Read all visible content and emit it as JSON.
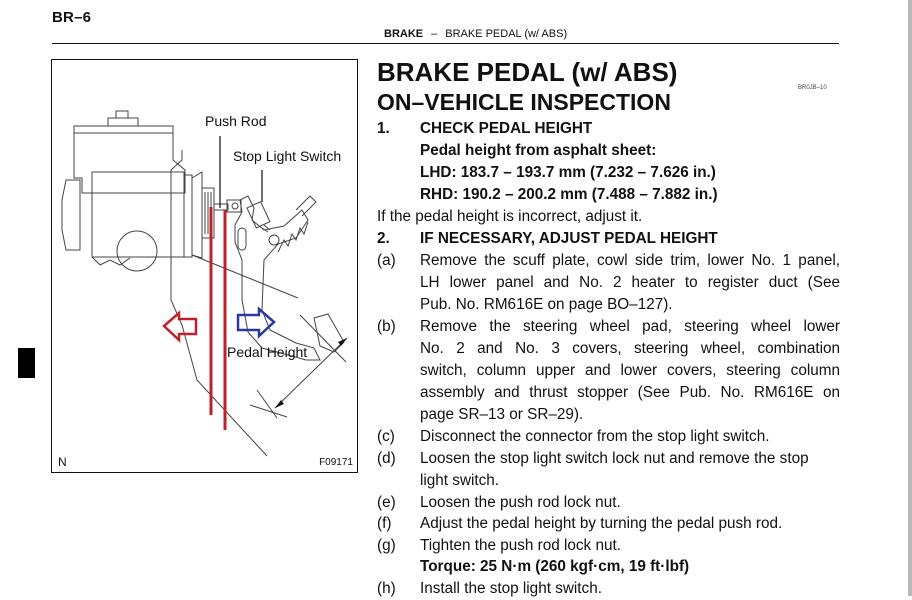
{
  "header": {
    "page_number": "BR–6",
    "section": "BRAKE",
    "separator": "–",
    "subsection": "BRAKE PEDAL (w/ ABS)"
  },
  "doc_code": "BR0JB–10",
  "title": "BRAKE PEDAL (w/ ABS)",
  "subtitle": "ON–VEHICLE INSPECTION",
  "figure": {
    "labels": {
      "push_rod": "Push Rod",
      "stop_light_switch": "Stop Light Switch",
      "pedal_height": "Pedal Height"
    },
    "corner_left": "N",
    "figure_code": "F09171",
    "colors": {
      "red_marker": "#c0202a",
      "blue_arrow": "#2a3aa0"
    }
  },
  "steps": [
    {
      "num": "1.",
      "heading": "CHECK PEDAL HEIGHT",
      "spec_heading": "Pedal height from asphalt sheet:",
      "specs": [
        "LHD: 183.7 – 193.7 mm (7.232 – 7.626 in.)",
        "RHD: 190.2 – 200.2 mm (7.488 – 7.882 in.)"
      ],
      "note": "If the pedal height is incorrect, adjust it."
    },
    {
      "num": "2.",
      "heading": "IF NECESSARY, ADJUST PEDAL HEIGHT",
      "substeps": [
        {
          "label": "(a)",
          "lines": [
            "Remove the scuff plate, cowl side trim, lower No. 1 panel,",
            "LH lower panel and No. 2 heater to register duct (See",
            "Pub. No. RM616E on page BO–127)."
          ]
        },
        {
          "label": "(b)",
          "lines": [
            "Remove the steering wheel pad, steering wheel lower",
            "No. 2 and No. 3 covers, steering wheel, combination",
            "switch, column upper and lower covers, steering column",
            "assembly and thrust stopper (See Pub. No. RM616E on",
            "page SR–13 or SR–29)."
          ]
        },
        {
          "label": "(c)",
          "lines": [
            "Disconnect the connector from the stop light switch."
          ]
        },
        {
          "label": "(d)",
          "lines": [
            "Loosen the stop light switch lock nut and remove the stop",
            "light switch."
          ]
        },
        {
          "label": "(e)",
          "lines": [
            "Loosen the push rod lock nut."
          ]
        },
        {
          "label": "(f)",
          "lines": [
            "Adjust the pedal height by turning the pedal push rod."
          ]
        },
        {
          "label": "(g)",
          "lines": [
            "Tighten the push rod lock nut."
          ],
          "torque": "Torque: 25 N·m (260 kgf·cm, 19 ft·lbf)"
        },
        {
          "label": "(h)",
          "lines": [
            "Install the stop light switch."
          ]
        }
      ]
    }
  ]
}
